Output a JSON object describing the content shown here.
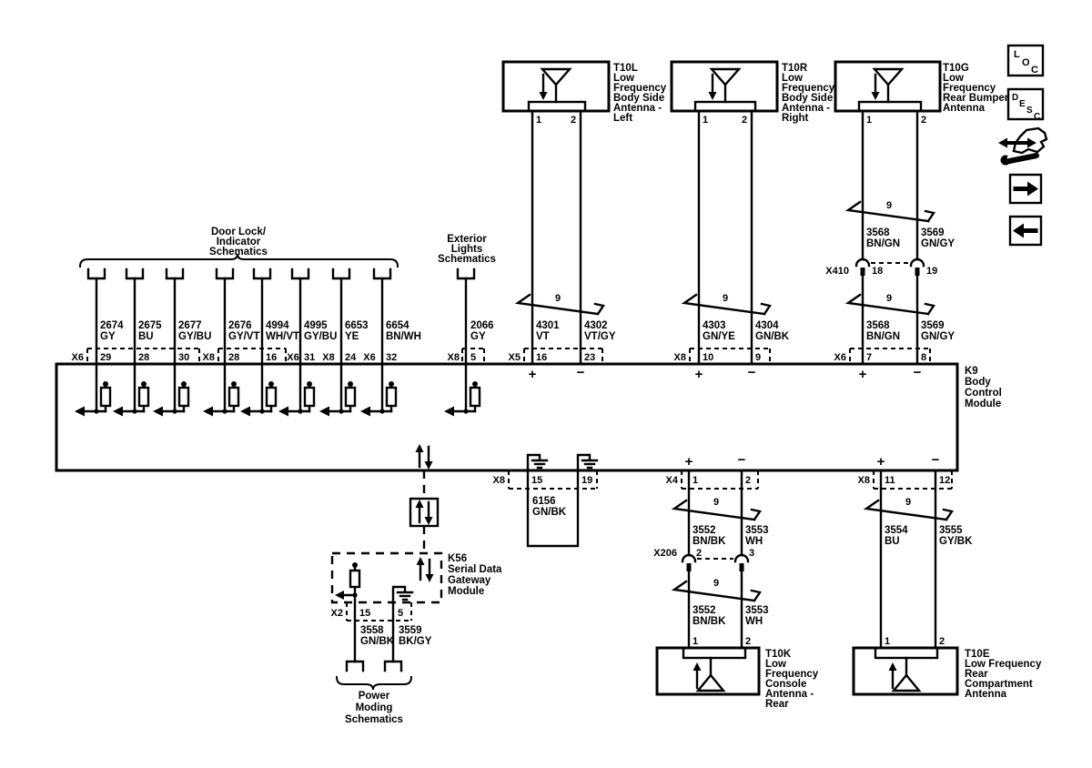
{
  "page": {
    "background": "#ffffff",
    "line_color": "#000000"
  },
  "sidebar": {
    "loc_letters": [
      "L",
      "O",
      "C"
    ],
    "desc_letters": [
      "D",
      "E",
      "S",
      "C"
    ]
  },
  "refs": {
    "door_lock": [
      "Door Lock/",
      "Indicator",
      "Schematics"
    ],
    "exterior": [
      "Exterior",
      "Lights",
      "Schematics"
    ],
    "power_moding": [
      "Power",
      "Moding",
      "Schematics"
    ]
  },
  "bcm": {
    "name": "K9",
    "desc": [
      "Body",
      "Control",
      "Module"
    ]
  },
  "door_connectors": [
    "X6",
    "X8",
    "X6",
    "X8",
    "X6"
  ],
  "door_wires": [
    {
      "circuit": "2674",
      "color": "GY",
      "pin": "29"
    },
    {
      "circuit": "2675",
      "color": "BU",
      "pin": "28"
    },
    {
      "circuit": "2677",
      "color": "GY/BU",
      "pin": "30"
    },
    {
      "circuit": "2676",
      "color": "GY/VT",
      "pin": "28"
    },
    {
      "circuit": "4994",
      "color": "WH/VT",
      "pin": "16"
    },
    {
      "circuit": "4995",
      "color": "GY/BU",
      "pin": "31"
    },
    {
      "circuit": "6653",
      "color": "YE",
      "pin": "24"
    },
    {
      "circuit": "6654",
      "color": "BN/WH",
      "pin": "32"
    }
  ],
  "exterior_wire": {
    "connector": "X8",
    "pin": "5",
    "circuit": "2066",
    "color": "GY"
  },
  "t10l": {
    "name": "T10L",
    "desc": [
      "Low",
      "Frequency",
      "Body Side",
      "Antenna -",
      "Left"
    ],
    "pin1": "1",
    "pin2": "2",
    "twist": "9",
    "wire1": {
      "circuit": "4301",
      "color": "VT"
    },
    "wire2": {
      "circuit": "4302",
      "color": "VT/GY"
    },
    "connector": "X5",
    "bcm_pin1": "16",
    "bcm_pin2": "23",
    "plus": "+",
    "minus": "−"
  },
  "t10r": {
    "name": "T10R",
    "desc": [
      "Low",
      "Frequency",
      "Body Side",
      "Antenna -",
      "Right"
    ],
    "pin1": "1",
    "pin2": "2",
    "twist": "9",
    "wire1": {
      "circuit": "4303",
      "color": "GN/YE"
    },
    "wire2": {
      "circuit": "4304",
      "color": "GN/BK"
    },
    "connector": "X8",
    "bcm_pin1": "10",
    "bcm_pin2": "9",
    "plus": "+",
    "minus": "−"
  },
  "t10g": {
    "name": "T10G",
    "desc": [
      "Low",
      "Frequency",
      "Rear Bumper",
      "Antenna"
    ],
    "pin1": "1",
    "pin2": "2",
    "twist_upper": "9",
    "twist_lower": "9",
    "wire1": {
      "circuit": "3568",
      "color": "BN/GN"
    },
    "wire2": {
      "circuit": "3569",
      "color": "GN/GY"
    },
    "inline": {
      "name": "X410",
      "pin1": "18",
      "pin2": "19"
    },
    "connector": "X6",
    "bcm_pin1": "7",
    "bcm_pin2": "8",
    "plus": "+",
    "minus": "−"
  },
  "ground_wire": {
    "connector": "X8",
    "pin1": "15",
    "pin2": "19",
    "circuit": "6156",
    "color": "GN/BK"
  },
  "console_branch": {
    "plus": "+",
    "minus": "−",
    "connector": "X4",
    "bcm_pin1": "1",
    "bcm_pin2": "2",
    "twist_upper": "9",
    "twist_lower": "9",
    "wire1": {
      "circuit": "3552",
      "color": "BN/BK"
    },
    "wire2": {
      "circuit": "3553",
      "color": "WH"
    },
    "inline": {
      "name": "X206",
      "pin1": "2",
      "pin2": "3"
    },
    "ant_pin1": "1",
    "ant_pin2": "2",
    "antenna": {
      "name": "T10K",
      "desc": [
        "Low",
        "Frequency",
        "Console",
        "Antenna -",
        "Rear"
      ]
    }
  },
  "rear_branch": {
    "plus": "+",
    "minus": "−",
    "connector": "X8",
    "bcm_pin1": "11",
    "bcm_pin2": "12",
    "twist": "9",
    "wire1": {
      "circuit": "3554",
      "color": "BU"
    },
    "wire2": {
      "circuit": "3555",
      "color": "GY/BK"
    },
    "ant_pin1": "1",
    "ant_pin2": "2",
    "antenna": {
      "name": "T10E",
      "desc": [
        "Low Frequency",
        "Rear",
        "Compartment",
        "Antenna"
      ]
    }
  },
  "k56": {
    "name": "K56",
    "desc": [
      "Serial Data",
      "Gateway",
      "Module"
    ],
    "connector": "X2",
    "pin1": "15",
    "pin2": "5",
    "wire1": {
      "circuit": "3558",
      "color": "GN/BK"
    },
    "wire2": {
      "circuit": "3559",
      "color": "BK/GY"
    }
  }
}
